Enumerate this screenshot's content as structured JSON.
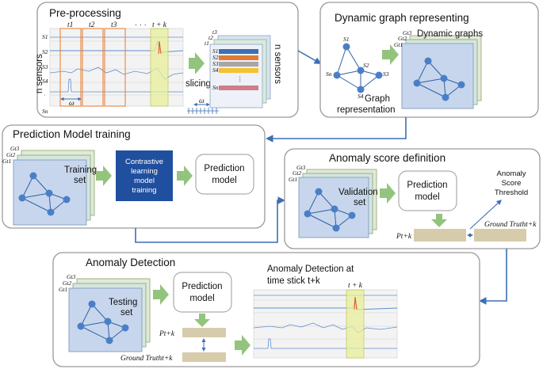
{
  "preprocessing": {
    "title": "Pre-processing",
    "window_labels": [
      "t1",
      "t2",
      "t3",
      "· · ·",
      "t + k"
    ],
    "sensor_labels": [
      "S1",
      "S2",
      "S3",
      "S4",
      "·",
      "Sn"
    ],
    "axis_label": "n sensors",
    "omega": "ω",
    "slicing_label": "slicing",
    "stack_labels": [
      "t3",
      "t2",
      "t1"
    ],
    "slice_rows": [
      "S1",
      "S2",
      "S3",
      "S4",
      "⋮",
      "Sn"
    ],
    "stack_axis_label": "n sensors"
  },
  "dynamic_graph": {
    "title": "Dynamic graph representing",
    "node_labels": [
      "S1",
      "S2",
      "S3",
      "Sn",
      "S4"
    ],
    "caption_line1": "Graph",
    "caption_line2": "representation",
    "stack_title": "Dynamic graphs",
    "stack_labels": [
      "Gt3",
      "Gt2",
      "Gt1"
    ]
  },
  "training": {
    "title": "Prediction Model training",
    "stack_labels": [
      "Gt3",
      "Gt2",
      "Gt1"
    ],
    "set_label_1": "Training",
    "set_label_2": "set",
    "cl_lines": [
      "Contrastive",
      "learning",
      "model",
      "training"
    ],
    "model_line1": "Prediction",
    "model_line2": "model"
  },
  "anomaly_score": {
    "title": "Anomaly score definition",
    "stack_labels": [
      "Gt3",
      "Gt2",
      "Gt1"
    ],
    "set_label_1": "Validation",
    "set_label_2": "set",
    "model_line1": "Prediction",
    "model_line2": "model",
    "threshold_lines": [
      "Anomaly",
      "Score",
      "Threshold"
    ],
    "p_label": "Pt+k",
    "gt_label": "Ground Trutht+k"
  },
  "detection": {
    "title": "Anomaly Detection",
    "stack_labels": [
      "Gt3",
      "Gt2",
      "Gt1"
    ],
    "set_label_1": "Testing",
    "set_label_2": "set",
    "model_line1": "Prediction",
    "model_line2": "model",
    "p_label": "Pt+k",
    "gt_label": "Ground Trutht+k",
    "result_line1": "Anomaly Detection at",
    "result_line2": "time stick t+k",
    "window_label": "t + k"
  },
  "colors": {
    "panel_border": "#9a9a9a",
    "window_orange": "#e8833a",
    "highlight_yellow": "#e9ef9a",
    "green_arrow": "#93c47d",
    "blue_arrow": "#3c6fb4",
    "node_blue": "#4a7fc8",
    "contrastive_box": "#1f4f9e",
    "graph_card": "#c7d6ec",
    "sand_bar": "#d6ccab",
    "signal_line": "#5b8fd0"
  }
}
